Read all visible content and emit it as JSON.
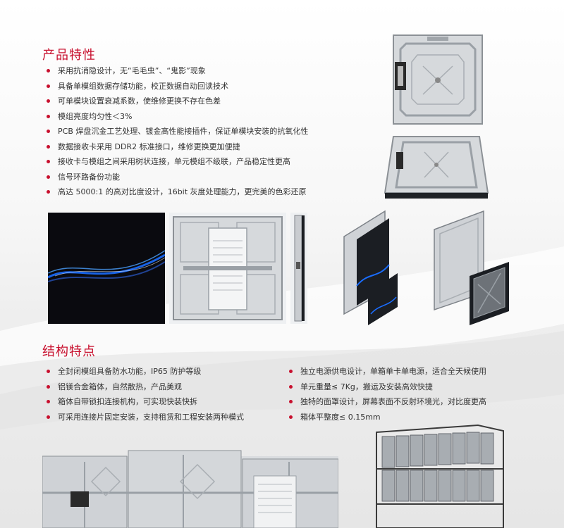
{
  "features": {
    "title": "产品特性",
    "items": [
      "采用抗消隐设计，无“毛毛虫”、“鬼影”现象",
      "具备单模组数据存储功能，校正数据自动回读技术",
      "可单模块设置衰减系数，使维修更换不存在色差",
      "模组亮度均匀性＜3%",
      "PCB 焊盘沉金工艺处理、镀金高性能接插件，保证单模块安装的抗氧化性",
      "数据接收卡采用 DDR2 标准接口，维修更换更加便捷",
      "接收卡与模组之间采用树状连接，单元模组不级联，产品稳定性更高",
      "信号环路备份功能",
      "高达 5000:1 的高对比度设计，16bit 灰度处理能力，更完美的色彩还原"
    ]
  },
  "structure": {
    "title": "结构特点",
    "left_items": [
      "全封闭模组具备防水功能，IP65 防护等级",
      "铝镁合金箱体，自然散热，产品美观",
      "箱体自带锁扣连接机构，可实现快装快拆",
      "可采用连接片固定安装，支持租赁和工程安装两种模式"
    ],
    "right_items": [
      "独立电源供电设计，单箱单卡单电源，适合全天候使用",
      "单元重量≤ 7Kg，搬运及安装高效快捷",
      "独特的面罩设计，屏幕表面不反射环境光，对比度更高",
      "箱体平整度≤ 0.15mm"
    ]
  },
  "colors": {
    "accent": "#c8102e",
    "text": "#333333",
    "screen": "#0a0a0f",
    "wave": "#1a6dff"
  }
}
